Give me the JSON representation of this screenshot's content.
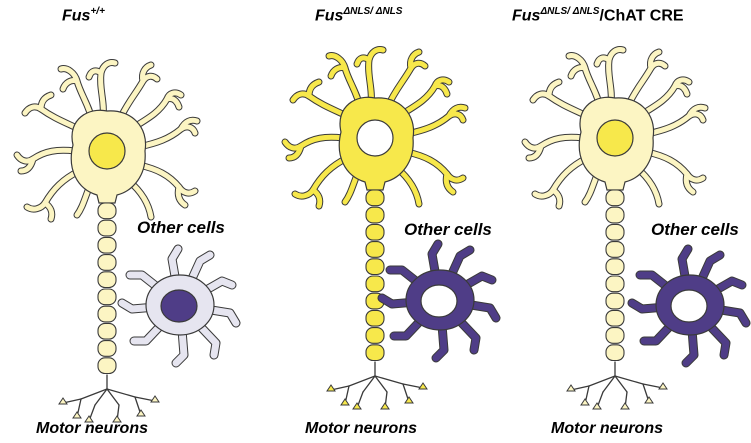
{
  "panels": [
    {
      "title_prefix": "Fus",
      "title_sup": "+/+",
      "title_suffix": "",
      "neuron_label": "Motor neurons",
      "other_label": "Other cells",
      "neuron_color": "#fcf5c3",
      "nucleus_color": "#f7e84b",
      "other_cell_color": "#e6e5f0",
      "other_nucleus_color": "#4f3d87"
    },
    {
      "title_prefix": "Fus",
      "title_sup": "ΔNLS/ ΔNLS",
      "title_suffix": "",
      "neuron_label": "Motor neurons",
      "other_label": "Other cells",
      "neuron_color": "#f7e84b",
      "nucleus_color": "#ffffff",
      "other_cell_color": "#4f3d87",
      "other_nucleus_color": "#ffffff"
    },
    {
      "title_prefix": "Fus",
      "title_sup": "ΔNLS/ ΔNLS",
      "title_suffix": "/ChAT CRE",
      "neuron_label": "Motor neurons",
      "other_label": "Other cells",
      "neuron_color": "#fcf5c3",
      "nucleus_color": "#f7e84b",
      "other_cell_color": "#4f3d87",
      "other_nucleus_color": "#ffffff"
    }
  ]
}
